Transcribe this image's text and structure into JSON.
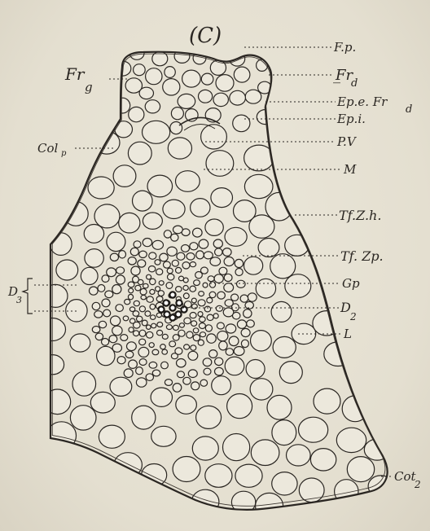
{
  "figure": {
    "panel_label": "(C)",
    "labels": {
      "fp": "F.p.",
      "frd": "F̲r",
      "frd_sub": "d",
      "epe": "Ep.e. Fr",
      "epe_sub": "d",
      "epi": "Ep.i.",
      "pv": "P.V",
      "m": "M",
      "tfzh": "Tf.Z.h.",
      "tfzp": "Tf. Zp.",
      "gp": "Gp",
      "d2": "D",
      "d2_sub": "2",
      "l": "L",
      "cot2": "Cot",
      "cot2_sub": "2",
      "frg": "Fr",
      "frg_sub": "g",
      "colp": "Col",
      "colp_sub": "p",
      "d3": "D",
      "d3_sub": "3"
    }
  }
}
